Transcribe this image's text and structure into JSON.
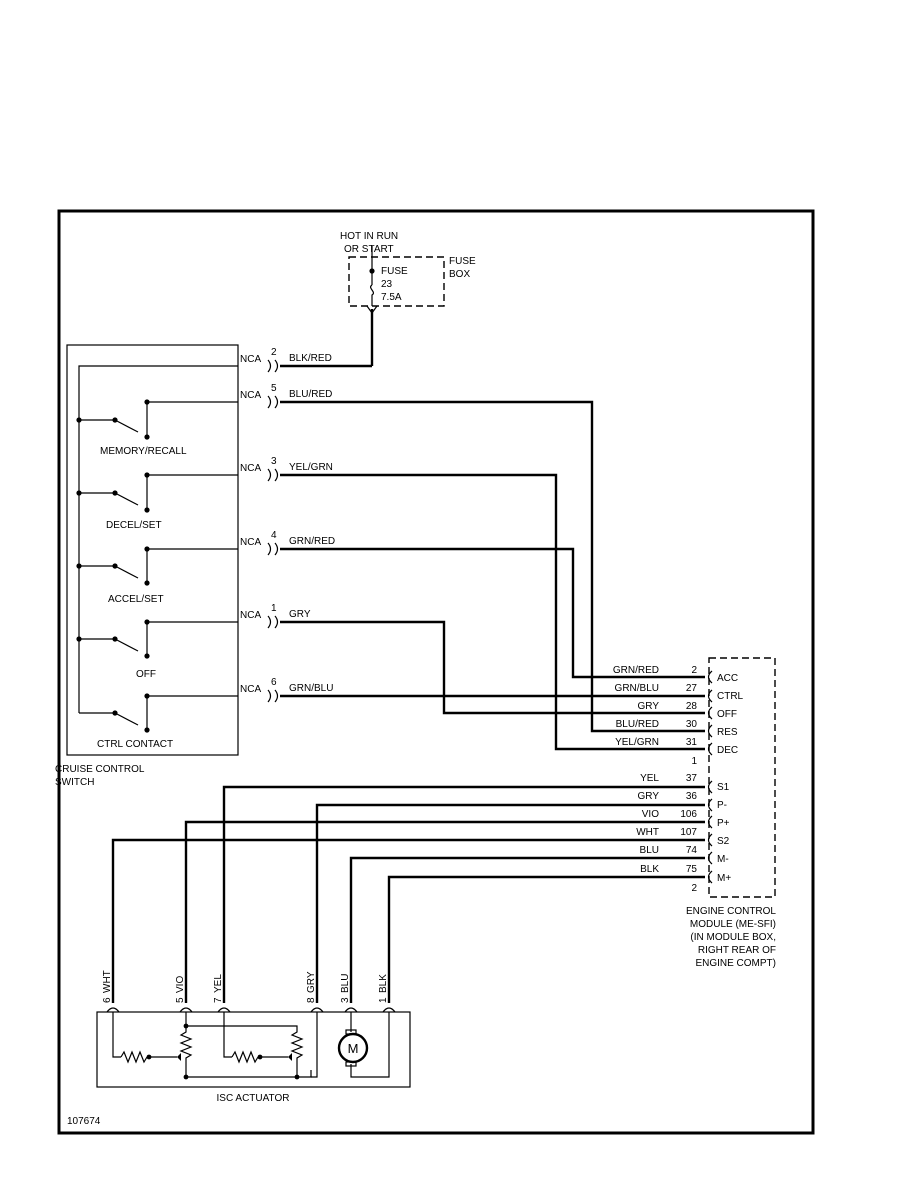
{
  "fuse_box": {
    "supply": [
      "HOT IN RUN",
      "OR START"
    ],
    "name": [
      "FUSE",
      "BOX"
    ],
    "fuse": [
      "FUSE",
      "23",
      "7.5A"
    ]
  },
  "switch": {
    "name": [
      "CRUISE CONTROL",
      "SWITCH"
    ],
    "positions": [
      "MEMORY/RECALL",
      "DECEL/SET",
      "ACCEL/SET",
      "OFF",
      "CTRL CONTACT"
    ]
  },
  "switch_wires": [
    {
      "conn": "NCA",
      "pin": "2",
      "color": "BLK/RED"
    },
    {
      "conn": "NCA",
      "pin": "5",
      "color": "BLU/RED"
    },
    {
      "conn": "NCA",
      "pin": "3",
      "color": "YEL/GRN"
    },
    {
      "conn": "NCA",
      "pin": "4",
      "color": "GRN/RED"
    },
    {
      "conn": "NCA",
      "pin": "1",
      "color": "GRY"
    },
    {
      "conn": "NCA",
      "pin": "6",
      "color": "GRN/BLU"
    }
  ],
  "ecm": {
    "name": [
      "ENGINE CONTROL",
      "MODULE (ME-SFI)",
      "(IN MODULE BOX,",
      "RIGHT REAR OF",
      "ENGINE COMPT)"
    ],
    "pins": [
      {
        "color": "GRN/RED",
        "pin": "2",
        "label": "ACC"
      },
      {
        "color": "GRN/BLU",
        "pin": "27",
        "label": "CTRL"
      },
      {
        "color": "GRY",
        "pin": "28",
        "label": "OFF"
      },
      {
        "color": "BLU/RED",
        "pin": "30",
        "label": "RES"
      },
      {
        "color": "YEL/GRN",
        "pin": "31",
        "label": "DEC"
      },
      {
        "color": "YEL",
        "pin": "37",
        "label": "S1"
      },
      {
        "color": "GRY",
        "pin": "36",
        "label": "P-"
      },
      {
        "color": "VIO",
        "pin": "106",
        "label": "P+"
      },
      {
        "color": "WHT",
        "pin": "107",
        "label": "S2"
      },
      {
        "color": "BLU",
        "pin": "74",
        "label": "M-"
      },
      {
        "color": "BLK",
        "pin": "75",
        "label": "M+"
      }
    ],
    "connector_ids": [
      "1",
      "2"
    ]
  },
  "isc": {
    "name": "ISC ACTUATOR",
    "motor": "M",
    "pins": [
      {
        "pin": "6",
        "color": "WHT"
      },
      {
        "pin": "5",
        "color": "VIO"
      },
      {
        "pin": "7",
        "color": "YEL"
      },
      {
        "pin": "8",
        "color": "GRY"
      },
      {
        "pin": "3",
        "color": "BLU"
      },
      {
        "pin": "1",
        "color": "BLK"
      }
    ]
  },
  "figure_id": "107674"
}
